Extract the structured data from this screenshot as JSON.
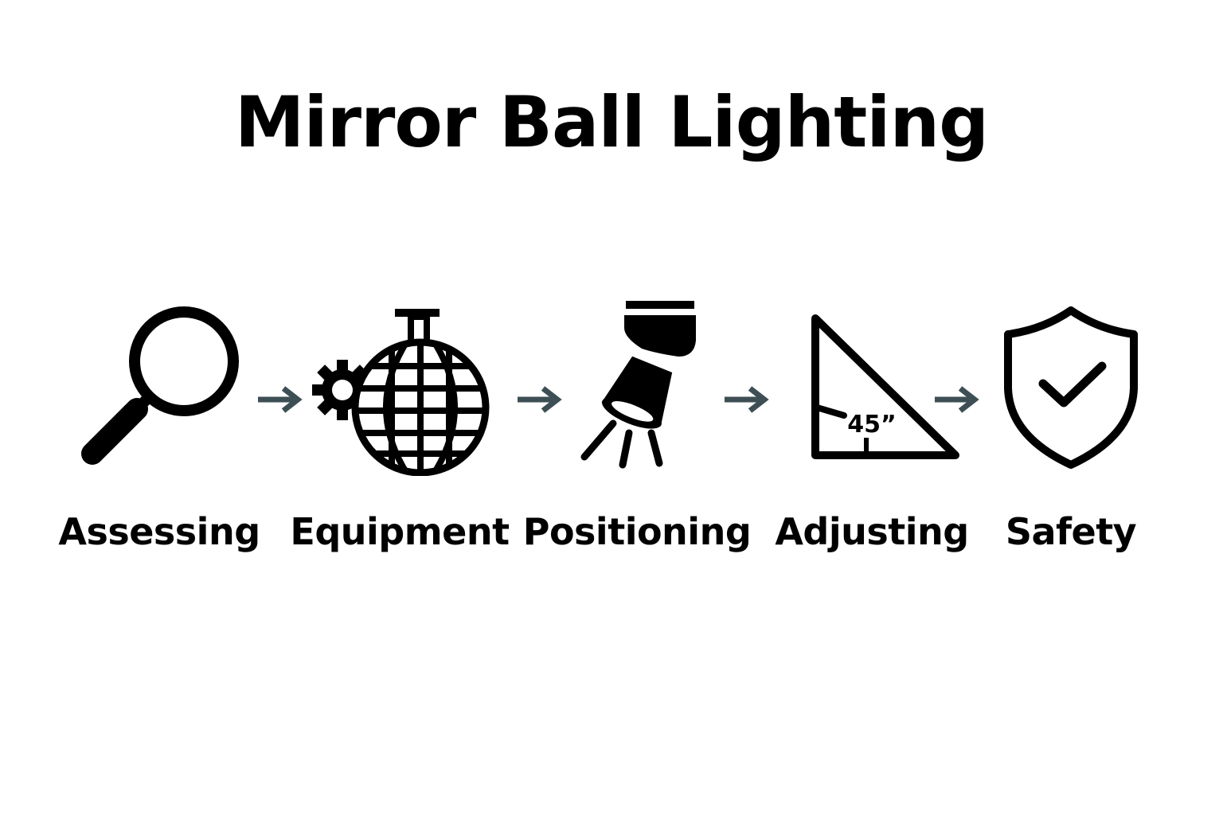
{
  "title": "Mirror Ball Lighting",
  "colors": {
    "text": "#000000",
    "arrow": "#3d4f55",
    "background": "#ffffff"
  },
  "steps": [
    {
      "label": "Assessing",
      "icon": "magnifying-glass-icon"
    },
    {
      "label": "Equipment",
      "icon": "mirror-ball-gear-icon"
    },
    {
      "label": "Positioning",
      "icon": "spotlight-icon"
    },
    {
      "label": "Adjusting",
      "icon": "set-square-angle-icon",
      "angle_text": "45”"
    },
    {
      "label": "Safety",
      "icon": "shield-check-icon"
    }
  ],
  "connector_icon": "arrow-right-icon"
}
